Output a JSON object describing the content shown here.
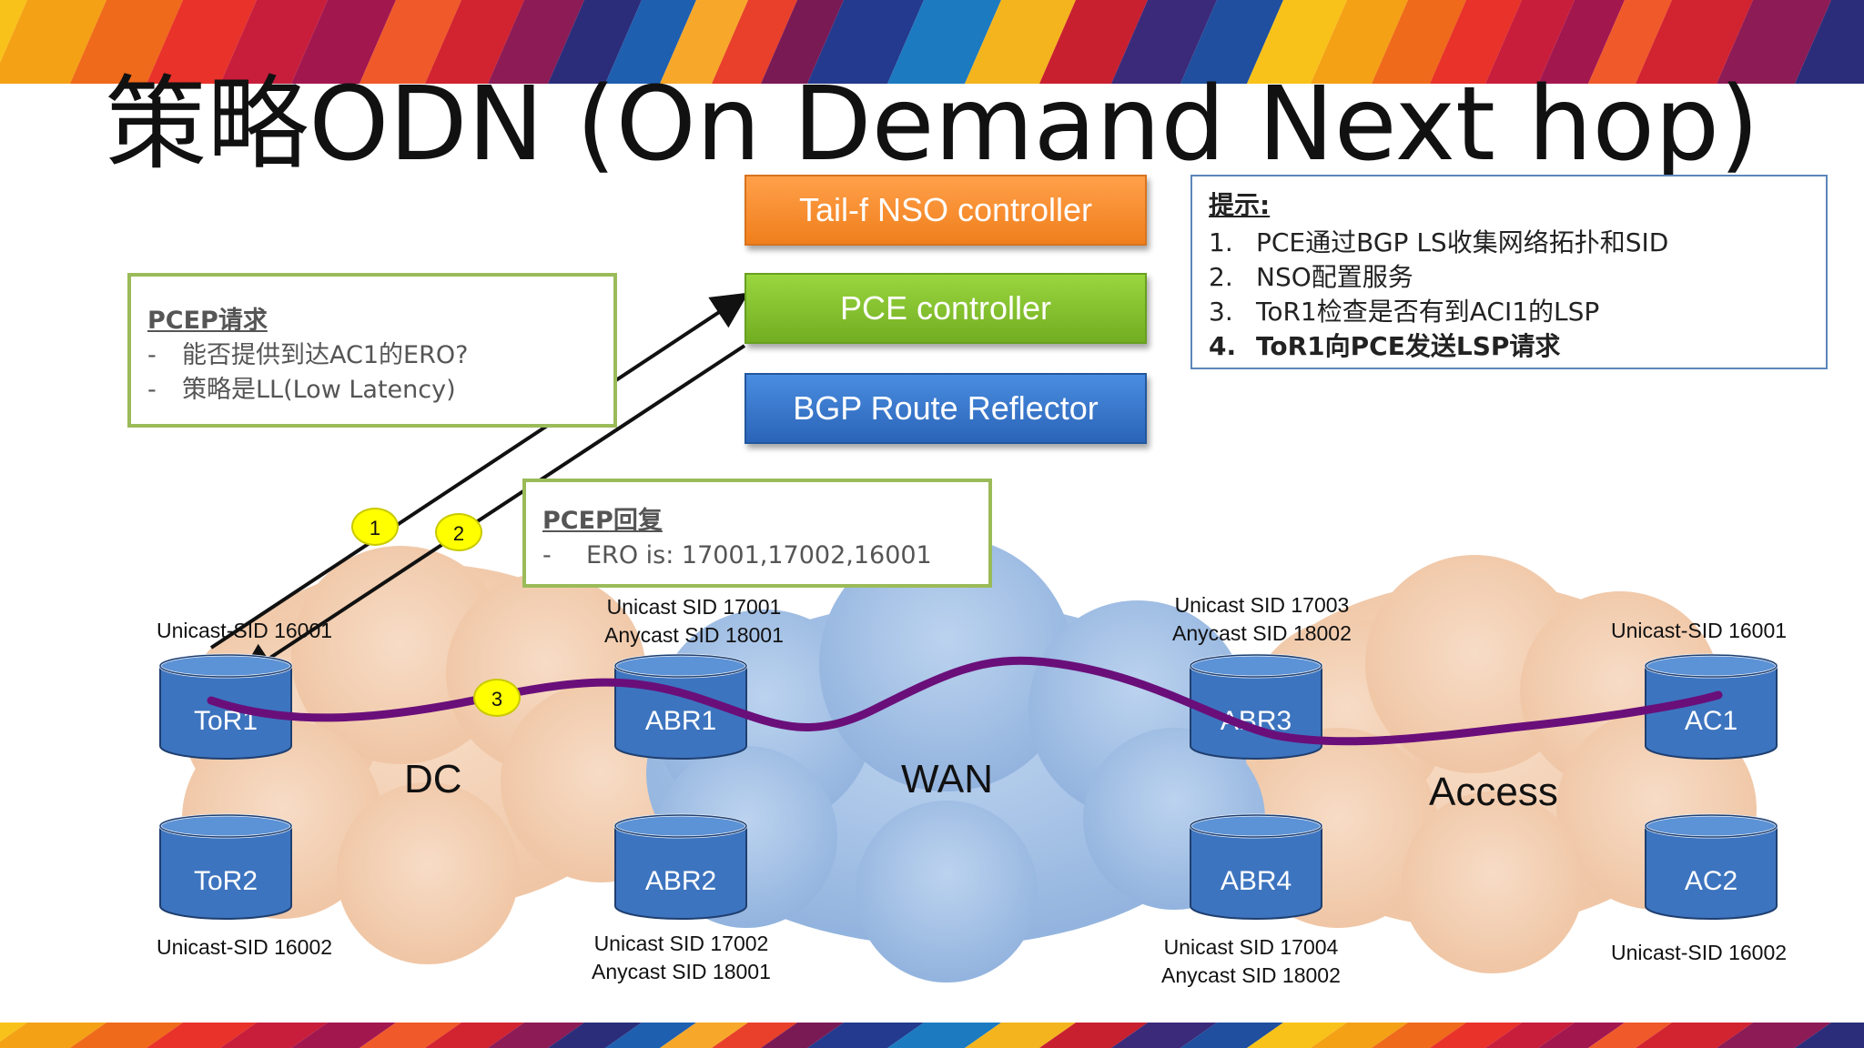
{
  "title": "策略ODN (On Demand Next hop)",
  "controllers": {
    "nso": "Tail-f NSO controller",
    "pce": "PCE controller",
    "bgp": "BGP Route Reflector"
  },
  "hint": {
    "heading": "提示:",
    "items": [
      {
        "num": "1.",
        "text": "PCE通过BGP LS收集网络拓扑和SID"
      },
      {
        "num": "2.",
        "text": "NSO配置服务"
      },
      {
        "num": "3.",
        "text": "ToR1检查是否有到ACI1的LSP"
      },
      {
        "num": "4.",
        "text": "ToR1向PCE发送LSP请求"
      }
    ]
  },
  "request": {
    "heading": "PCEP请求",
    "items": [
      "能否提供到达AC1的ERO?",
      "策略是LL(Low Latency)"
    ]
  },
  "reply": {
    "heading": "PCEP回复",
    "items": [
      "ERO is: 17001,17002,16001"
    ]
  },
  "clouds": {
    "dc": "DC",
    "wan": "WAN",
    "access": "Access"
  },
  "nodes": {
    "tor1": {
      "name": "ToR1",
      "sid": [
        "Unicast-SID 16001"
      ]
    },
    "tor2": {
      "name": "ToR2",
      "sid": [
        "Unicast-SID 16002"
      ]
    },
    "abr1": {
      "name": "ABR1",
      "sid": [
        "Unicast SID 17001",
        "Anycast SID 18001"
      ]
    },
    "abr2": {
      "name": "ABR2",
      "sid": [
        "Unicast SID 17002",
        "Anycast SID 18001"
      ]
    },
    "abr3": {
      "name": "ABR3",
      "sid": [
        "Unicast SID 17003",
        "Anycast SID 18002"
      ]
    },
    "abr4": {
      "name": "ABR4",
      "sid": [
        "Unicast SID 17004",
        "Anycast SID 18002"
      ]
    },
    "ac1": {
      "name": "AC1",
      "sid": [
        "Unicast-SID 16001"
      ]
    },
    "ac2": {
      "name": "AC2",
      "sid": [
        "Unicast-SID 16002"
      ]
    }
  },
  "badges": [
    "1",
    "2",
    "3"
  ],
  "colors": {
    "path": "#6a0f7a",
    "cloud_dc": "#f2cdb0",
    "cloud_wan": "#a9c4e6",
    "node": "#3d74bf",
    "note_border": "#9bbb59"
  }
}
